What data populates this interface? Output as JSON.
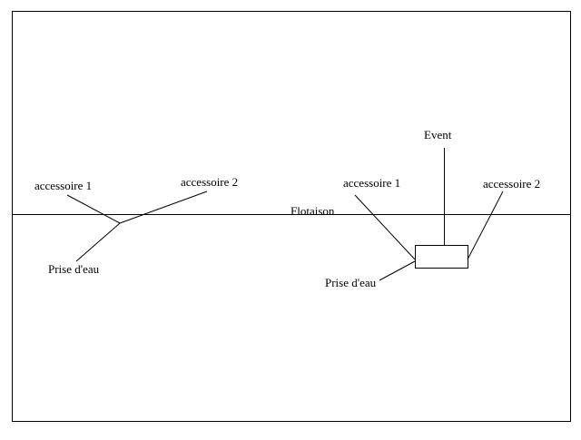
{
  "diagram": {
    "waterline_label": "Flotaison",
    "left_setup": {
      "accessory_1_label": "accessoire 1",
      "accessory_2_label": "accessoire 2",
      "water_intake_label": "Prise d'eau"
    },
    "right_setup": {
      "vent_label": "Event",
      "accessory_1_label": "accessoire 1",
      "accessory_2_label": "accessoire 2",
      "water_intake_label": "Prise d'eau"
    }
  }
}
